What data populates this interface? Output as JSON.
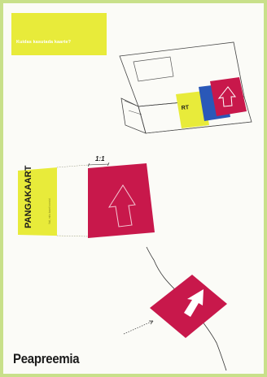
{
  "tag": {
    "text": "Kuidas kasutada kaarte?"
  },
  "illustration": {
    "wallet_card_label": "RT",
    "ratio_label": "1:1",
    "card_label": "PANGAKAART",
    "card_subtitle": "Vali, mitu kaarti soovid"
  },
  "footer": {
    "title": "Peapreemia"
  },
  "colors": {
    "border": "#c8e08a",
    "yellow": "#e8eb3a",
    "crimson": "#c8184b",
    "blue": "#2a58b8"
  }
}
